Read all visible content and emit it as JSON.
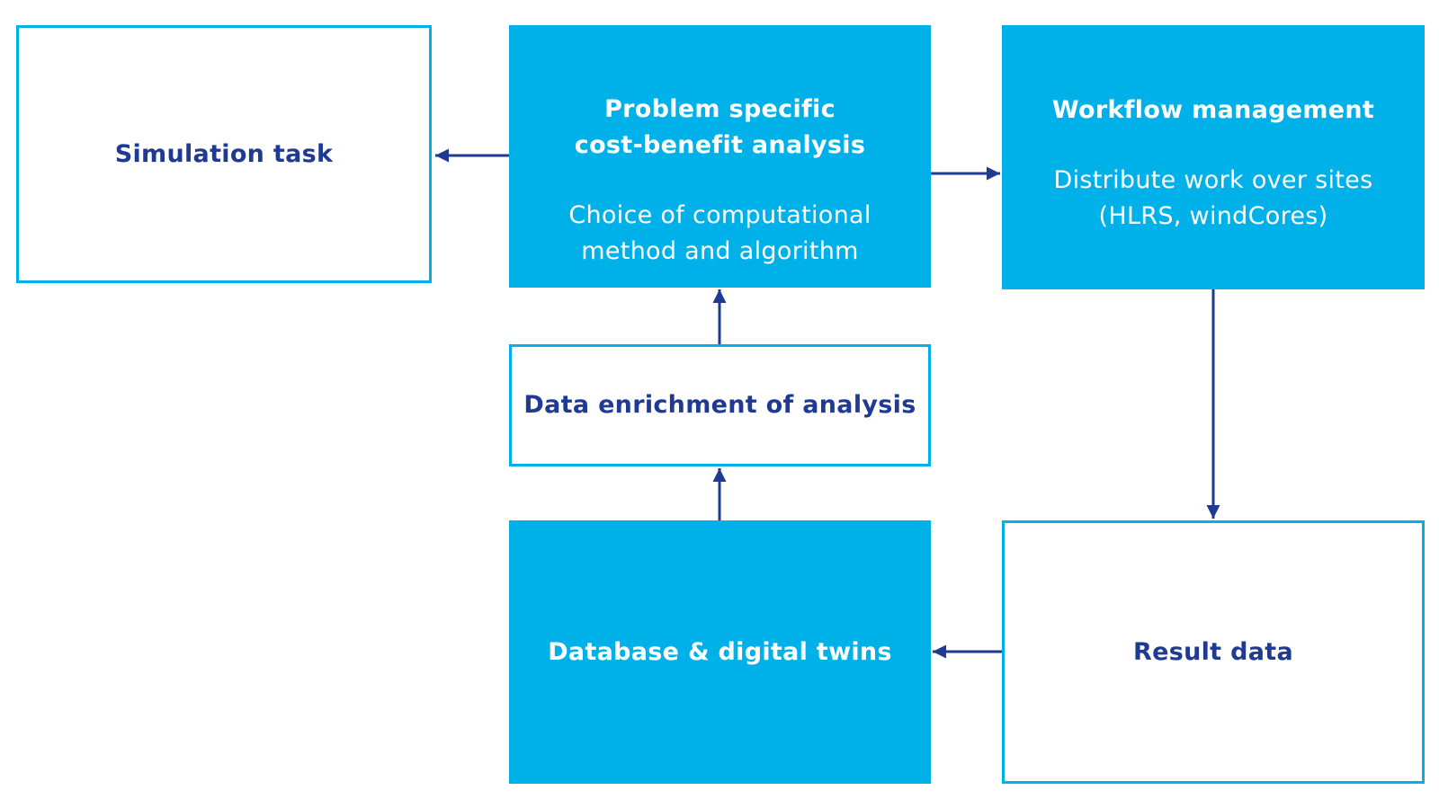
{
  "colors": {
    "fill": "#00b1e9",
    "outline": "#00b1e9",
    "dark_text": "#1f3a93",
    "arrow": "#1f3a93",
    "light_text": "#ffffff"
  },
  "nodes": {
    "simulation_task": {
      "title": "Simulation task"
    },
    "cost_benefit": {
      "title_line1": "Problem specific",
      "title_line2": "cost-benefit analysis",
      "body_line1": "Choice of computational",
      "body_line2": "method and algorithm"
    },
    "workflow": {
      "title": "Workflow management",
      "body_line1": "Distribute work over sites",
      "body_line2": "(HLRS, windCores)"
    },
    "data_enrichment": {
      "title": "Data enrichment of analysis"
    },
    "database": {
      "title": "Database & digital twins"
    },
    "result_data": {
      "title": "Result data"
    }
  },
  "edges": [
    {
      "from": "cost_benefit",
      "to": "simulation_task"
    },
    {
      "from": "cost_benefit",
      "to": "workflow"
    },
    {
      "from": "data_enrichment",
      "to": "cost_benefit"
    },
    {
      "from": "database",
      "to": "data_enrichment"
    },
    {
      "from": "workflow",
      "to": "result_data"
    },
    {
      "from": "result_data",
      "to": "database"
    }
  ]
}
